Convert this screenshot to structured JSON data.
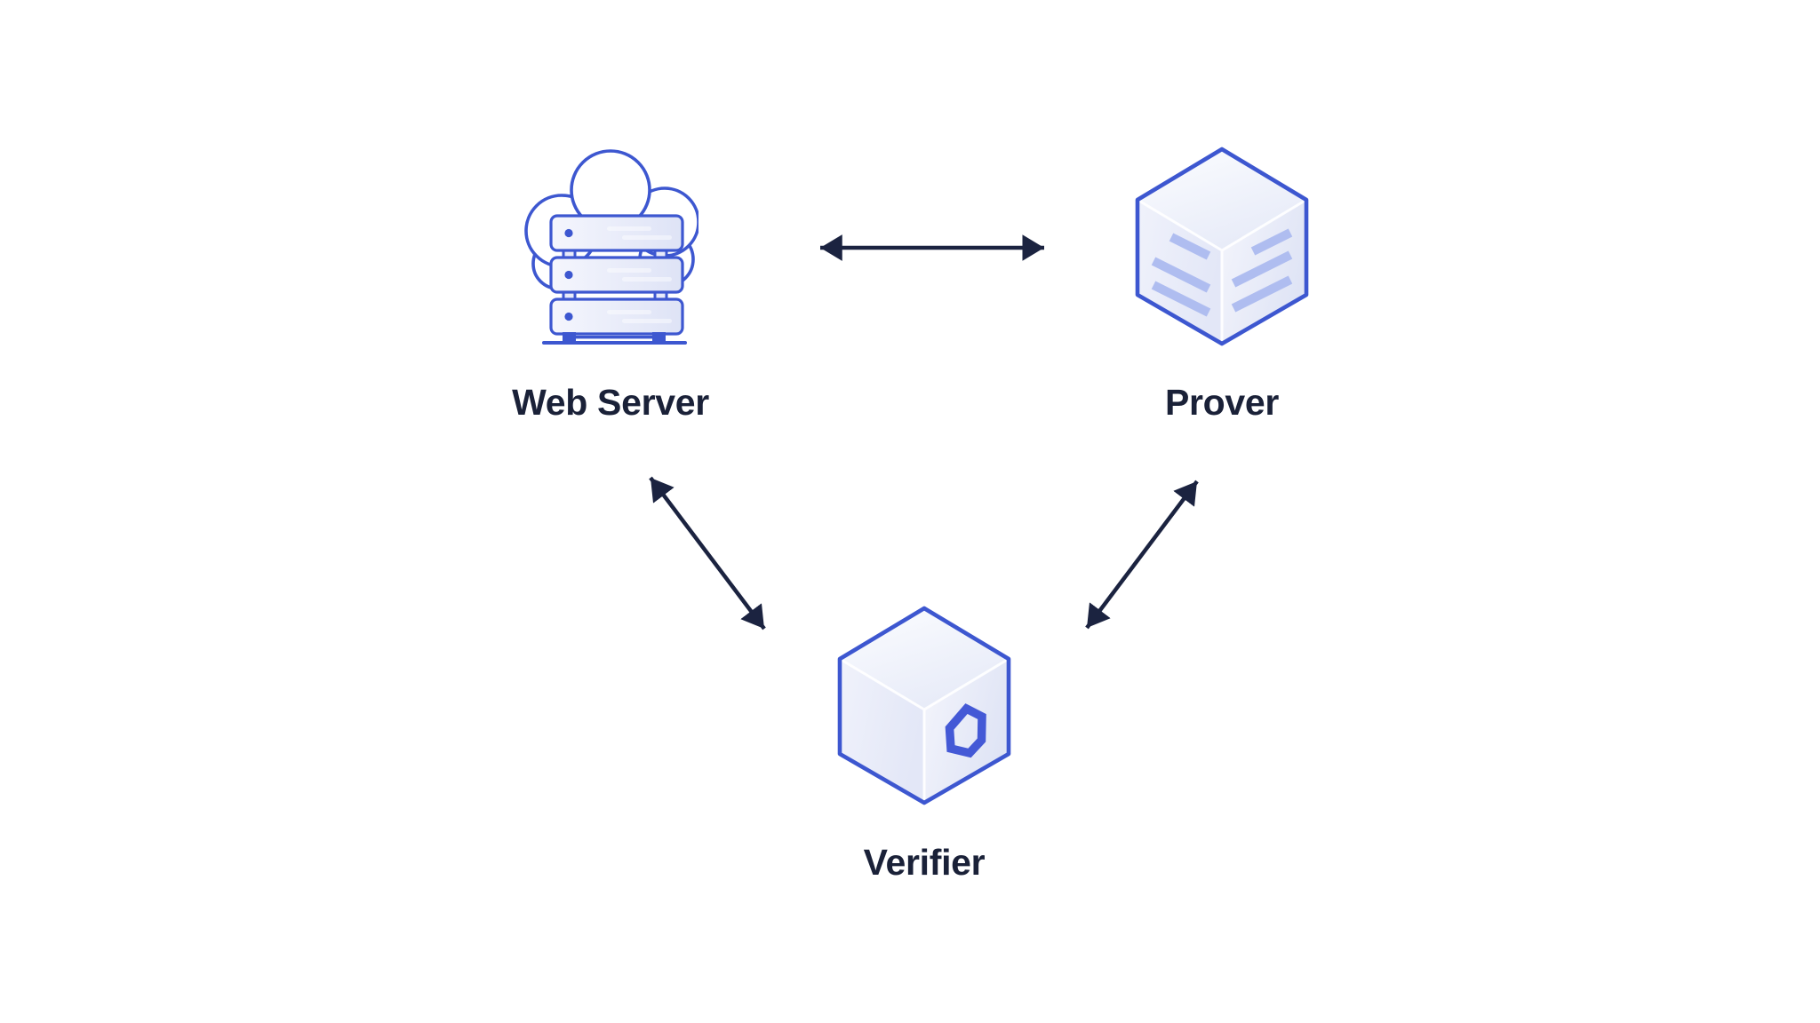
{
  "diagram": {
    "nodes": [
      {
        "id": "web-server",
        "label": "Web Server",
        "icon": "cloud-server-icon"
      },
      {
        "id": "prover",
        "label": "Prover",
        "icon": "isometric-cube-data-icon"
      },
      {
        "id": "verifier",
        "label": "Verifier",
        "icon": "isometric-cube-hexagon-logo-icon"
      }
    ],
    "edges": [
      {
        "from": "web-server",
        "to": "prover",
        "style": "bidirectional-arrow"
      },
      {
        "from": "web-server",
        "to": "verifier",
        "style": "bidirectional-arrow"
      },
      {
        "from": "prover",
        "to": "verifier",
        "style": "bidirectional-arrow"
      }
    ]
  },
  "colors": {
    "background": "#ffffff",
    "accent": "#3D57D0",
    "ink": "#1A2138",
    "arrow": "#1B2340",
    "stripe": "#AFBDF0",
    "logo": "#4459D6",
    "fill-light": "#EDF0FA"
  }
}
